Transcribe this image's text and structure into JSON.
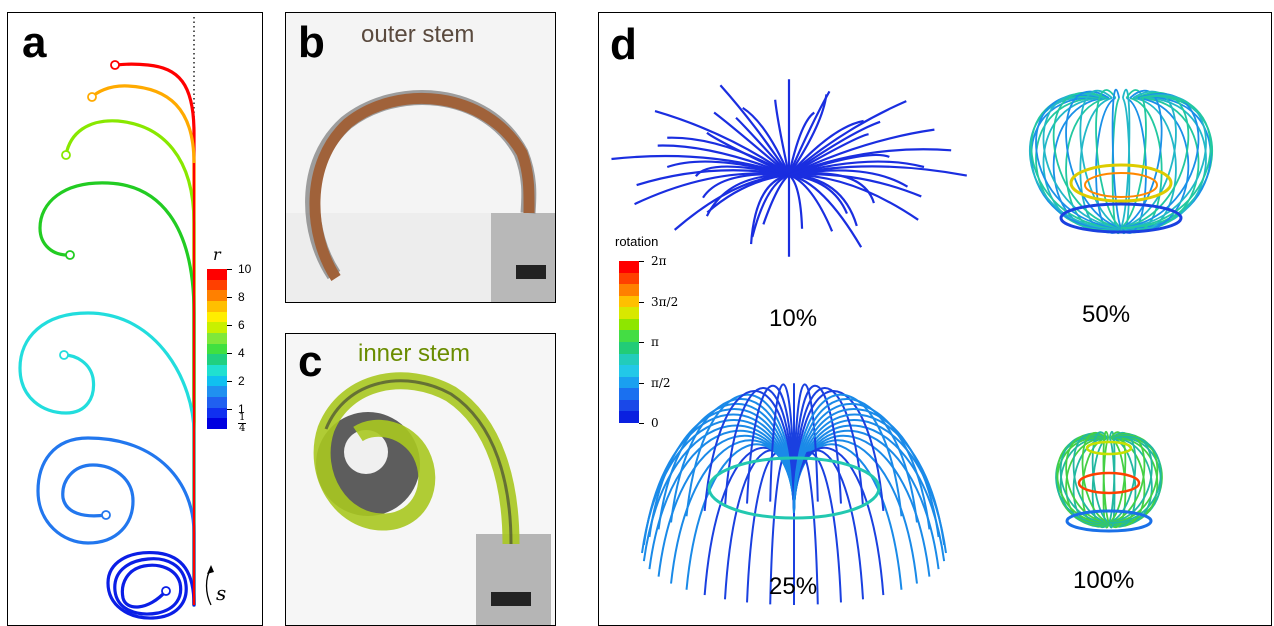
{
  "panels": {
    "a": {
      "label": "a",
      "colorbar": {
        "title": "r",
        "ticks": [
          "10",
          "8",
          "6",
          "4",
          "2",
          "1"
        ],
        "bottom_tick": {
          "num": "1",
          "den": "4"
        },
        "colors": [
          "#ff0000",
          "#ff4000",
          "#ff8000",
          "#ffbf00",
          "#ffee00",
          "#c8f000",
          "#7fe83a",
          "#40e040",
          "#20d080",
          "#20e0d0",
          "#10c0f0",
          "#2090f0",
          "#2060f0",
          "#1030f0",
          "#0000e0"
        ]
      },
      "arc_axis_label": "s",
      "curve_colors": [
        "#ff0000",
        "#ffaa00",
        "#88e800",
        "#22cc22",
        "#22dddd",
        "#2277ee",
        "#0a1ee6"
      ]
    },
    "b": {
      "label": "b",
      "title": "outer stem",
      "title_color": "#5a4a3e",
      "stem_color": "#a0623a"
    },
    "c": {
      "label": "c",
      "title": "inner stem",
      "title_color": "#6a8c00",
      "stem_color": "#a8c820"
    },
    "d": {
      "label": "d",
      "colorbar": {
        "title": "rotation",
        "ticks": [
          "2π",
          "3π/2",
          "π",
          "π/2",
          "0"
        ],
        "colors": [
          "#ff0000",
          "#ff4000",
          "#ff8000",
          "#ffc000",
          "#d8e800",
          "#8ee600",
          "#44dd44",
          "#22cc77",
          "#22ccbb",
          "#22c8e8",
          "#1aa0f0",
          "#1a70f0",
          "#1a48e8",
          "#0a20e0"
        ]
      },
      "snapshots": [
        {
          "label": "10%"
        },
        {
          "label": "50%"
        },
        {
          "label": "25%"
        },
        {
          "label": "100%"
        }
      ]
    }
  }
}
